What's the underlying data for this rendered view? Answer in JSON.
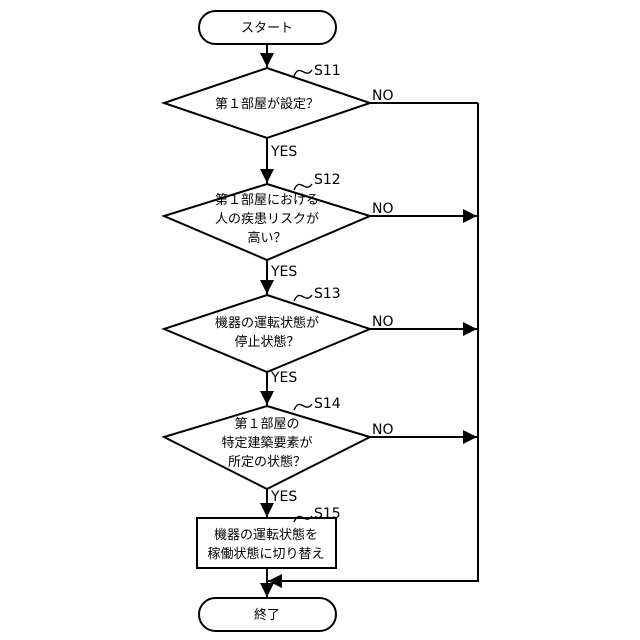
{
  "flowchart": {
    "start": "スタート",
    "end": "終了",
    "steps": {
      "s11": {
        "id": "S11",
        "lines": [
          "第１部屋が設定？"
        ]
      },
      "s12": {
        "id": "S12",
        "lines": [
          "第１部屋における",
          "人の疾患リスクが",
          "高い？"
        ]
      },
      "s13": {
        "id": "S13",
        "lines": [
          "機器の運転状態が",
          "停止状態？"
        ]
      },
      "s14": {
        "id": "S14",
        "lines": [
          "第１部屋の",
          "特定建築要素が",
          "所定の状態？"
        ]
      },
      "s15": {
        "id": "S15",
        "lines": [
          "機器の運転状態を",
          "稼働状態に切り替え"
        ]
      }
    },
    "yes": "YES",
    "no": "NO"
  }
}
